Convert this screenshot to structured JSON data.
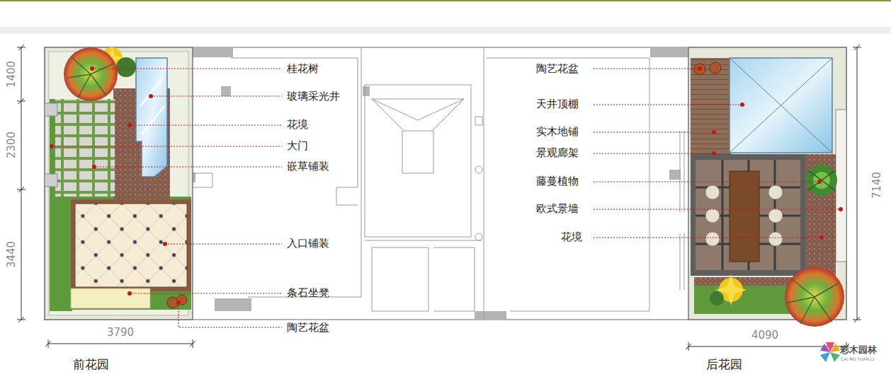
{
  "diagram": {
    "labels": [
      "桂花树",
      "玻璃采光井",
      "花境",
      "大门",
      "嵌草铺装",
      "入口铺装",
      "条石坐凳",
      "陶艺花盆",
      "陶艺花盆",
      "天井顶棚",
      "实木地铺",
      "景观廊架",
      "藤蔓植物",
      "欧式景墙",
      "花境",
      "1400",
      "2300",
      "3440",
      "3790",
      "7140",
      "4090",
      "前花园",
      "后花园",
      "彩木园林",
      "CAI MU YUAN LI"
    ]
  }
}
